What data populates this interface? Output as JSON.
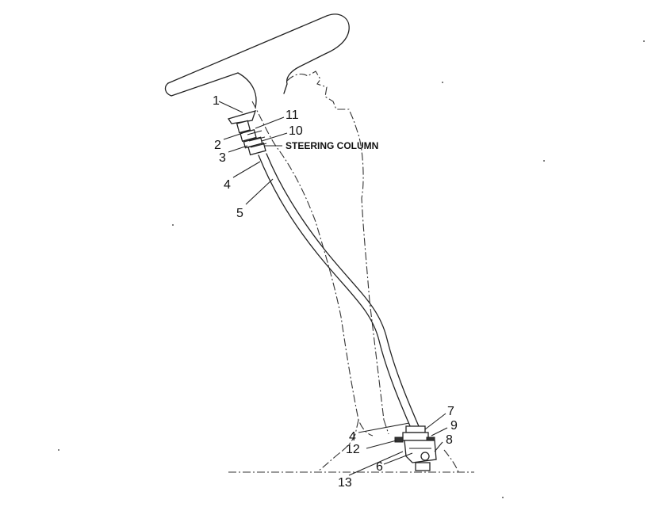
{
  "diagram": {
    "caption": "STEERING COLUMN",
    "callouts": [
      {
        "id": "c1",
        "label": "1"
      },
      {
        "id": "c11",
        "label": "11"
      },
      {
        "id": "c10",
        "label": "10"
      },
      {
        "id": "c2",
        "label": "2"
      },
      {
        "id": "c3",
        "label": "3"
      },
      {
        "id": "c4a",
        "label": "4"
      },
      {
        "id": "c5",
        "label": "5"
      },
      {
        "id": "c7",
        "label": "7"
      },
      {
        "id": "c9",
        "label": "9"
      },
      {
        "id": "c4b",
        "label": "4"
      },
      {
        "id": "c8",
        "label": "8"
      },
      {
        "id": "c12",
        "label": "12"
      },
      {
        "id": "c6",
        "label": "6"
      },
      {
        "id": "c13",
        "label": "13"
      }
    ]
  }
}
